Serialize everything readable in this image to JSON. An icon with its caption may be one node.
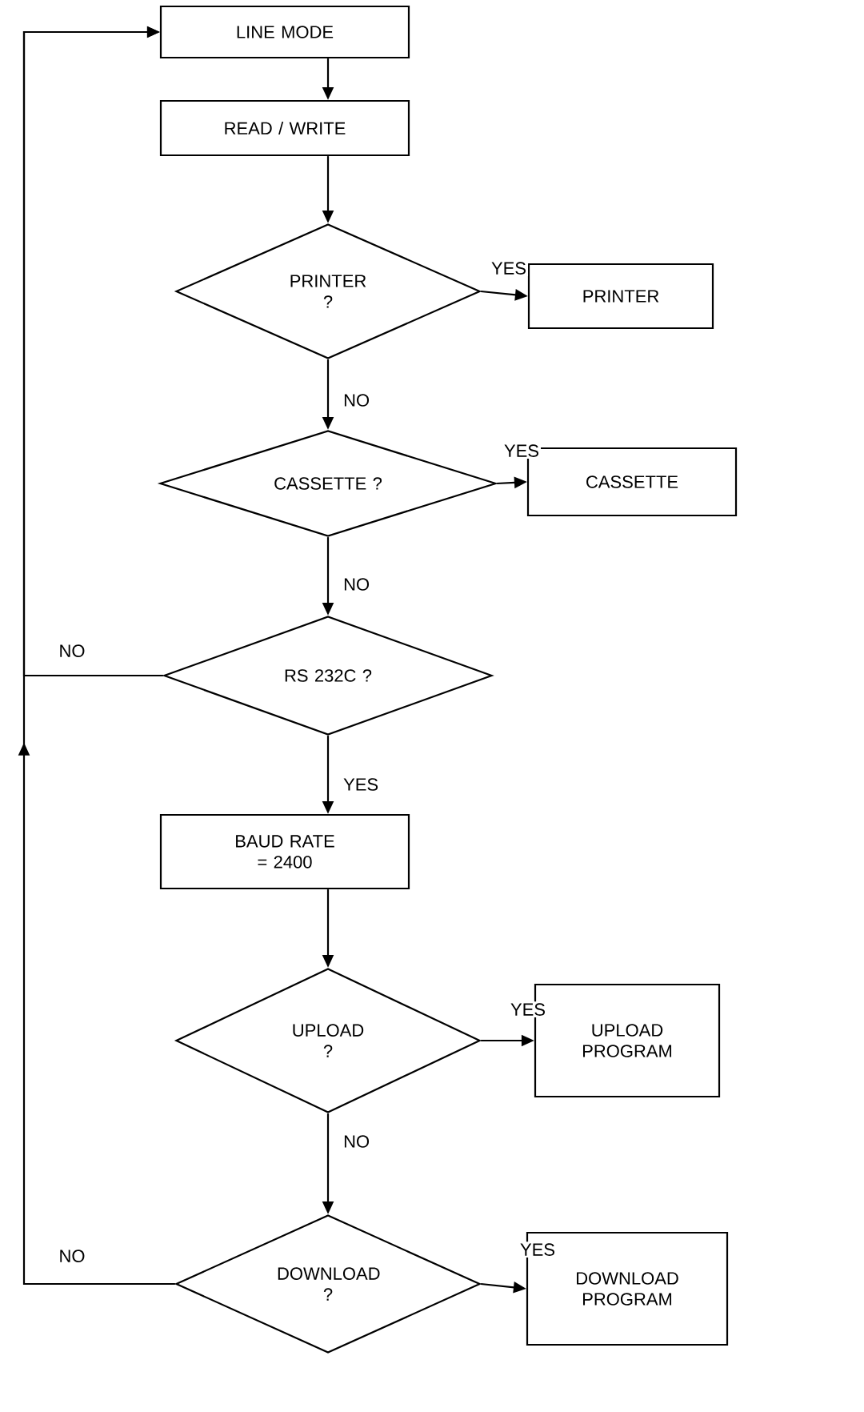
{
  "diagram": {
    "nodes": [
      {
        "text": [
          "LINE MODE"
        ]
      },
      {
        "text": [
          "READ / WRITE"
        ]
      },
      {
        "text": [
          "PRINTER ?"
        ]
      },
      {
        "text": [
          "PRINTER"
        ]
      },
      {
        "text": [
          "CASSETTE ?"
        ]
      },
      {
        "text": [
          "CASSETTE"
        ]
      },
      {
        "text": [
          "RS 232C ?"
        ]
      },
      {
        "text": [
          "BAUD RATE = 2400"
        ]
      },
      {
        "text": [
          "UPLOAD ?"
        ]
      },
      {
        "text": [
          "UPLOAD PROGRAM"
        ]
      },
      {
        "text": [
          "DOWNLOAD ?"
        ]
      },
      {
        "text": [
          "DOWNLOAD PROGRAM"
        ]
      }
    ],
    "edges": [
      {
        "from": 0,
        "to": 1,
        "arrow": "to"
      },
      {
        "from": 1,
        "to": 2,
        "arrow": "to"
      },
      {
        "from": 2,
        "to": 3,
        "arrow": "to",
        "label": "YES"
      },
      {
        "from": 2,
        "to": 4,
        "arrow": "to",
        "label": "NO"
      },
      {
        "from": 4,
        "to": 5,
        "arrow": "to",
        "label": "YES"
      },
      {
        "from": 4,
        "to": 6,
        "arrow": "to",
        "label": "NO"
      },
      {
        "from": 6,
        "to": 7,
        "arrow": "to",
        "label": "YES"
      },
      {
        "from": 6,
        "to": 0,
        "arrow": "to",
        "label": "NO"
      },
      {
        "from": 7,
        "to": 8,
        "arrow": "to"
      },
      {
        "from": 8,
        "to": 9,
        "arrow": "to",
        "label": "YES"
      },
      {
        "from": 8,
        "to": 10,
        "arrow": "to",
        "label": "NO"
      },
      {
        "from": 10,
        "to": 11,
        "arrow": "to",
        "label": "YES"
      },
      {
        "from": 10,
        "to": 0,
        "arrow": "to",
        "label": "NO"
      }
    ]
  }
}
